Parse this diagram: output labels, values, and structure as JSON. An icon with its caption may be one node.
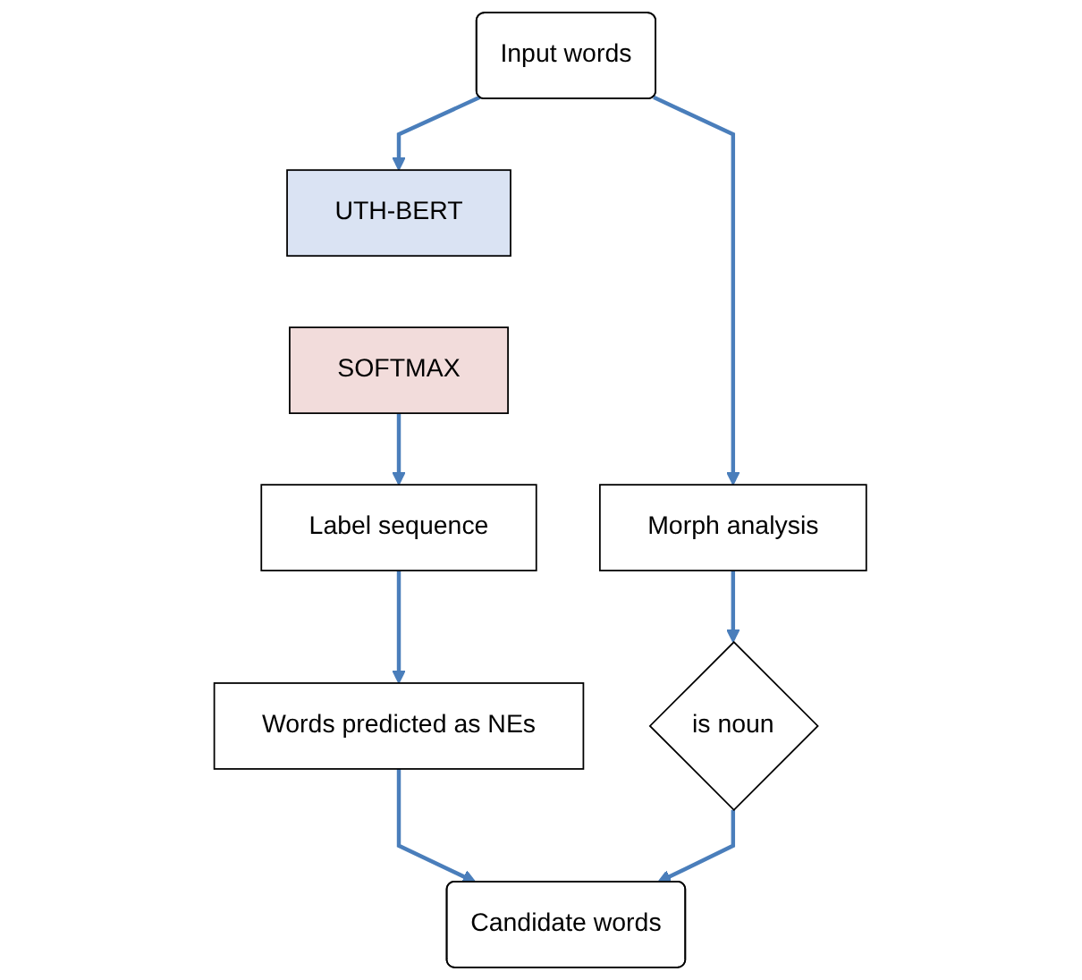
{
  "diagram": {
    "nodes": [
      {
        "text": [
          "Input words"
        ]
      },
      {
        "text": [
          "UTH-BERT"
        ]
      },
      {
        "text": [
          "SOFTMAX"
        ]
      },
      {
        "text": [
          "Label sequence"
        ]
      },
      {
        "text": [
          "Words predicted as NEs"
        ]
      },
      {
        "text": [
          "Morph analysis"
        ]
      },
      {
        "text": [
          "is noun"
        ]
      },
      {
        "text": [
          "Candidate words"
        ]
      }
    ],
    "edges": [
      {
        "from": 0,
        "to": 1,
        "arrow": "to"
      },
      {
        "from": 0,
        "to": 5,
        "arrow": "to"
      },
      {
        "from": 2,
        "to": 3,
        "arrow": "to"
      },
      {
        "from": 3,
        "to": 4,
        "arrow": "to"
      },
      {
        "from": 5,
        "to": 6,
        "arrow": "to"
      },
      {
        "from": 4,
        "to": 7,
        "arrow": "to"
      },
      {
        "from": 6,
        "to": 7,
        "arrow": "to"
      }
    ]
  }
}
